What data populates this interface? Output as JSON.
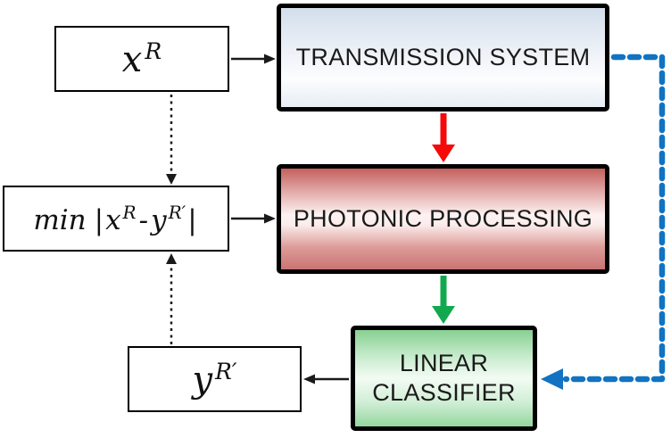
{
  "colors": {
    "background": "#ffffff",
    "box_border": "#000000",
    "label_text": "#1a1a1a",
    "arrow_black": "#1a1a1a",
    "arrow_red": "#f50a0a",
    "arrow_green": "#12a94e",
    "arrow_blue": "#1173c2",
    "transmission_gradient_top": "#d3deeb",
    "transmission_gradient_bottom": "#e7edf5",
    "photonic_gradient_top": "#c4605d",
    "photonic_gradient_mid": "#fdf2f2",
    "photonic_gradient_bottom": "#c97471",
    "classifier_gradient_top": "#88d092",
    "classifier_gradient_mid": "#f3fbf4",
    "classifier_gradient_bottom": "#95d79e"
  },
  "diagram": {
    "nodes": {
      "x_input": {
        "base": "x",
        "sup": "R"
      },
      "transmission": {
        "label": "TRANSMISSION SYSTEM"
      },
      "min_formula": {
        "fn": "min",
        "open_bar": "|",
        "x_base": "x",
        "x_sup": "R",
        "minus": "-",
        "y_base": "y",
        "y_sup": "R′",
        "close_bar": "|"
      },
      "photonic": {
        "label": "PHOTONIC PROCESSING"
      },
      "y_output": {
        "base": "y",
        "sup": "R′"
      },
      "classifier": {
        "label": "LINEAR CLASSIFIER"
      }
    },
    "arrows": {
      "x_to_transmission": {
        "style": "solid",
        "color": "#1a1a1a"
      },
      "min_to_photonic": {
        "style": "solid",
        "color": "#1a1a1a"
      },
      "classifier_to_y": {
        "style": "solid",
        "color": "#1a1a1a"
      },
      "x_to_min": {
        "style": "dotted",
        "color": "#1a1a1a"
      },
      "y_to_min": {
        "style": "dotted",
        "color": "#1a1a1a"
      },
      "transmission_to_photonic": {
        "style": "solid",
        "color": "#f50a0a"
      },
      "photonic_to_classifier": {
        "style": "solid",
        "color": "#12a94e"
      },
      "transmission_to_classifier": {
        "style": "dashed",
        "color": "#1173c2"
      }
    }
  }
}
